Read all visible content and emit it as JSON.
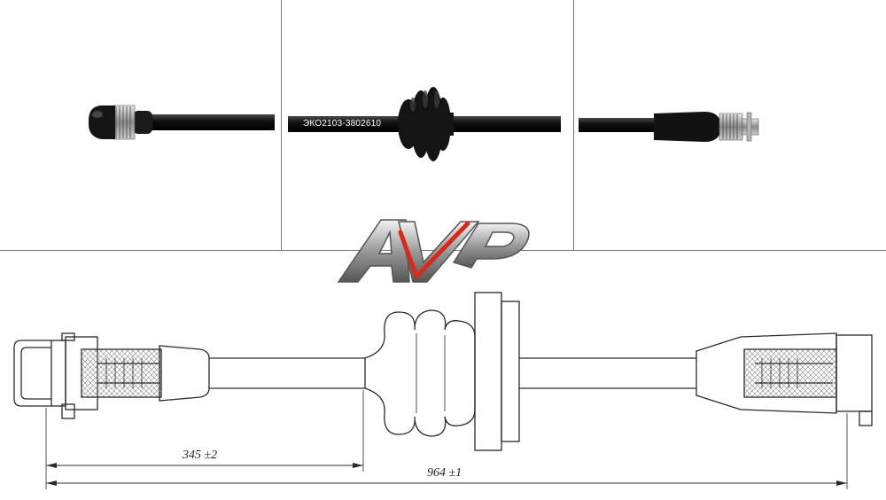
{
  "photos": {
    "product_code": "ЭКО2103-3802610"
  },
  "logo": {
    "text": "AVP",
    "colors": {
      "metal": "#9a9a9a",
      "accent": "#d62a1a"
    }
  },
  "drawing": {
    "dimension_short": "345 ±2",
    "dimension_total": "964 ±1"
  }
}
